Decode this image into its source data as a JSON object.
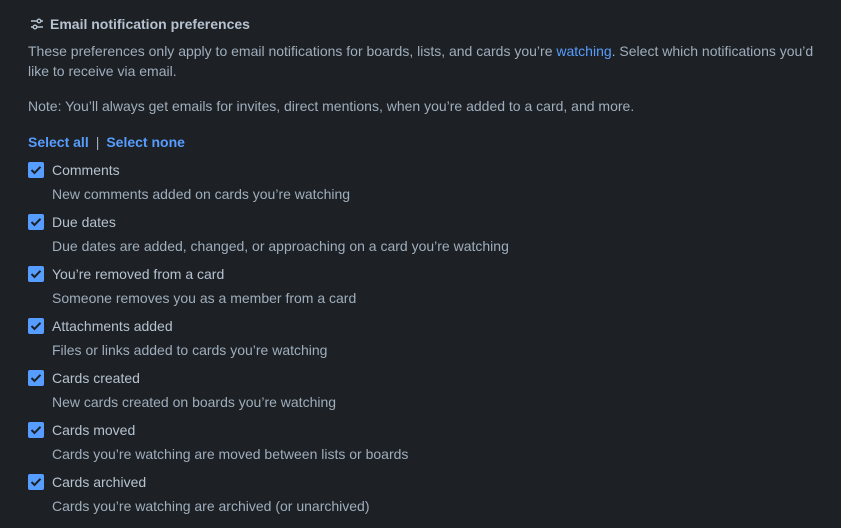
{
  "header": {
    "icon": "sliders-icon",
    "title": "Email notification preferences"
  },
  "description": {
    "before_link": "These preferences only apply to email notifications for boards, lists, and cards you’re ",
    "link": "watching",
    "after_link": ". Select which notifications you’d like to receive via email."
  },
  "note": "Note: You’ll always get emails for invites, direct mentions, when you’re added to a card, and more.",
  "selection": {
    "select_all": "Select all",
    "separator": "|",
    "select_none": "Select none"
  },
  "colors": {
    "background": "#1d2125",
    "accent": "#579dff",
    "text": "#b6c2cf",
    "subtext": "#9fadbc"
  },
  "options": [
    {
      "label": "Comments",
      "description": "New comments added on cards you’re watching",
      "checked": true
    },
    {
      "label": "Due dates",
      "description": "Due dates are added, changed, or approaching on a card you’re watching",
      "checked": true
    },
    {
      "label": "You’re removed from a card",
      "description": "Someone removes you as a member from a card",
      "checked": true
    },
    {
      "label": "Attachments added",
      "description": "Files or links added to cards you’re watching",
      "checked": true
    },
    {
      "label": "Cards created",
      "description": "New cards created on boards you’re watching",
      "checked": true
    },
    {
      "label": "Cards moved",
      "description": "Cards you’re watching are moved between lists or boards",
      "checked": true
    },
    {
      "label": "Cards archived",
      "description": "Cards you’re watching are archived (or unarchived)",
      "checked": true
    }
  ]
}
